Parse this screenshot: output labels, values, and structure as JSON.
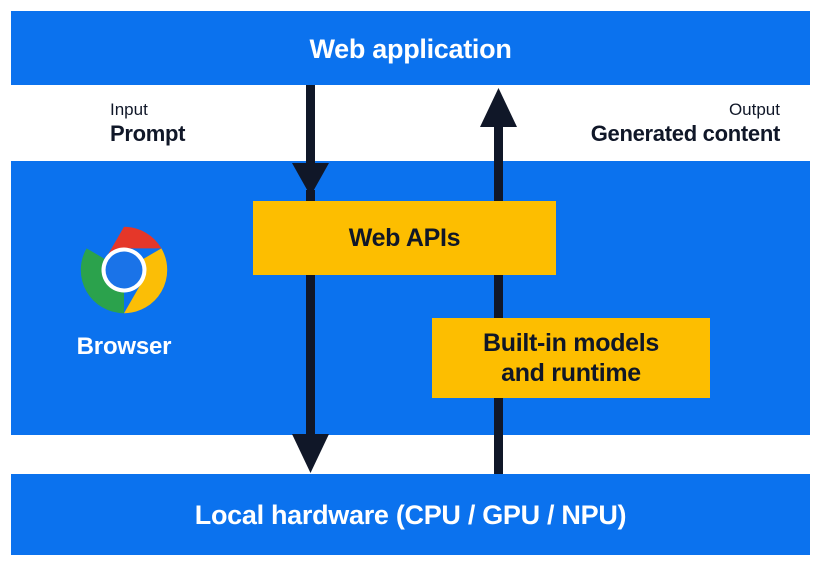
{
  "diagram": {
    "title": "Browser built-in AI architecture",
    "colors": {
      "blue": "#0b72ee",
      "orange": "#fdbe00",
      "ink": "#101728",
      "white": "#ffffff"
    }
  },
  "bands": {
    "web_application": {
      "label": "Web application"
    },
    "browser": {
      "label": "Browser"
    },
    "local_hardware": {
      "label": "Local hardware (CPU / GPU / NPU)"
    }
  },
  "boxes": {
    "web_apis": {
      "label": "Web APIs"
    },
    "builtin_models": {
      "label": "Built-in models\nand runtime"
    }
  },
  "annotations": {
    "input": {
      "kind": "Input",
      "value": "Prompt"
    },
    "output": {
      "kind": "Output",
      "value": "Generated content"
    }
  },
  "arrows": {
    "downward": {
      "name": "input-flow-arrow",
      "direction": "down"
    },
    "upward": {
      "name": "output-flow-arrow",
      "direction": "up"
    }
  },
  "logo": {
    "name": "chrome-logo",
    "alt": "Chrome"
  }
}
